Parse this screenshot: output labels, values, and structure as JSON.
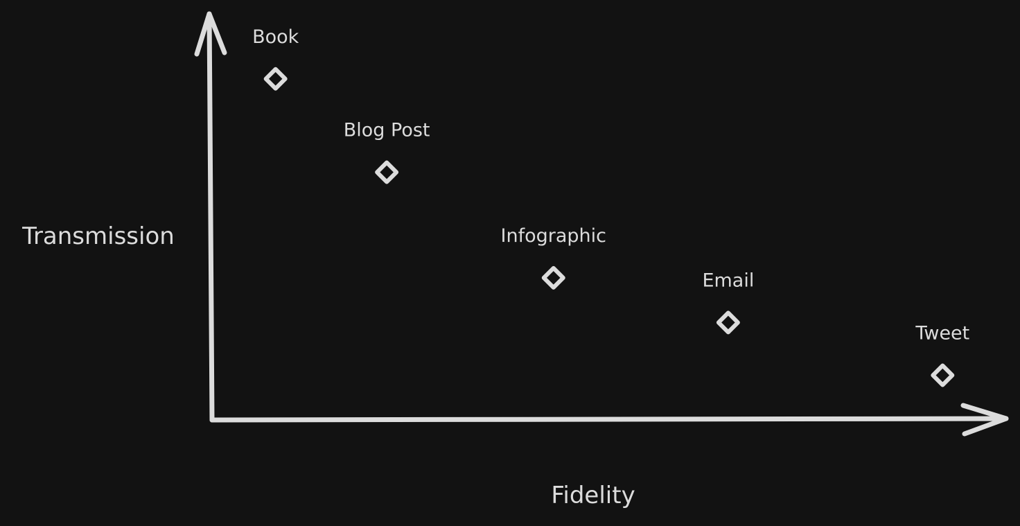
{
  "chart_data": {
    "type": "scatter",
    "title": "",
    "xlabel": "Fidelity",
    "ylabel": "Transmission",
    "xlim": [
      0,
      10
    ],
    "ylim": [
      0,
      10
    ],
    "grid": false,
    "legend": "none",
    "points": [
      {
        "label": "Book",
        "x": 0.8,
        "y": 8.4
      },
      {
        "label": "Blog Post",
        "x": 2.2,
        "y": 6.1
      },
      {
        "label": "Infographic",
        "x": 4.3,
        "y": 3.5
      },
      {
        "label": "Email",
        "x": 6.5,
        "y": 2.4
      },
      {
        "label": "Tweet",
        "x": 9.2,
        "y": 1.1
      }
    ]
  },
  "colors": {
    "background": "#121212",
    "foreground": "#dcdcdc"
  }
}
